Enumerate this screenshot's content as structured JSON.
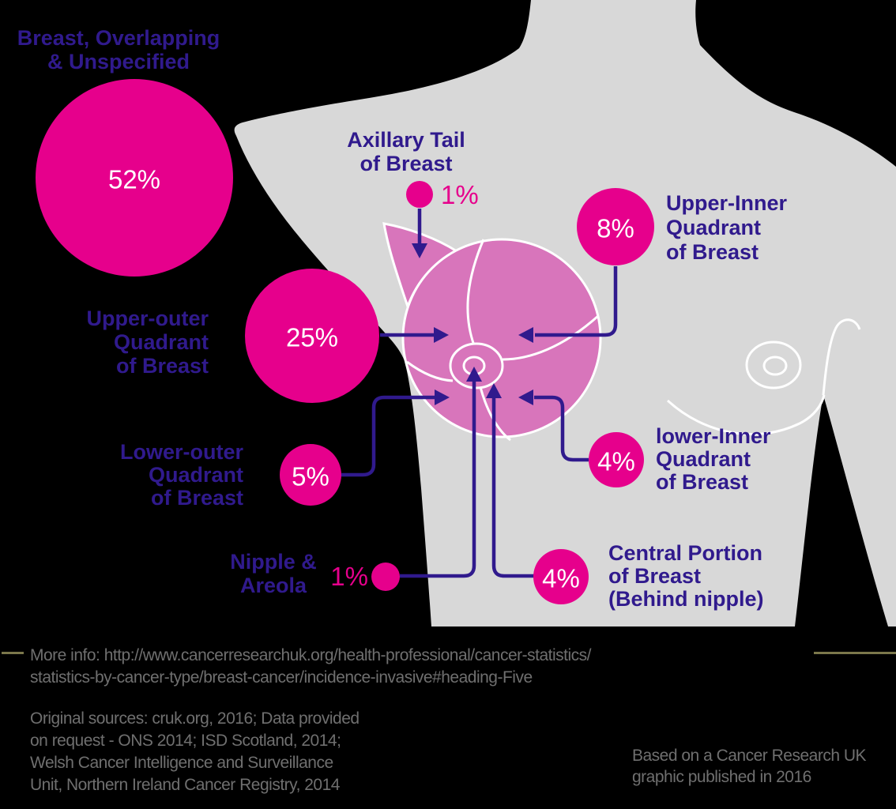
{
  "title": {
    "line1": "Breast, Overlapping",
    "line2": "& Unspecified"
  },
  "regions": [
    {
      "id": "overlapping",
      "label_lines": [
        "Breast, Overlapping",
        "& Unspecified"
      ],
      "value": "52%"
    },
    {
      "id": "axillary",
      "label_lines": [
        "Axillary Tail",
        "of Breast"
      ],
      "value": "1%"
    },
    {
      "id": "upper_inner",
      "label_lines": [
        "Upper-Inner",
        "Quadrant",
        "of Breast"
      ],
      "value": "8%"
    },
    {
      "id": "upper_outer",
      "label_lines": [
        "Upper-outer",
        "Quadrant",
        "of Breast"
      ],
      "value": "25%"
    },
    {
      "id": "lower_outer",
      "label_lines": [
        "Lower-outer",
        "Quadrant",
        "of Breast"
      ],
      "value": "5%"
    },
    {
      "id": "lower_inner",
      "label_lines": [
        "lower-Inner",
        "Quadrant",
        "of Breast"
      ],
      "value": "4%"
    },
    {
      "id": "central",
      "label_lines": [
        "Central Portion",
        "of Breast",
        "(Behind nipple)"
      ],
      "value": "4%"
    },
    {
      "id": "nipple",
      "label_lines": [
        "Nipple &",
        "Areola"
      ],
      "value": "1%"
    }
  ],
  "footer": {
    "more_info_line1": "More info: http://www.cancerresearchuk.org/health-professional/cancer-statistics/",
    "more_info_line2": "statistics-by-cancer-type/breast-cancer/incidence-invasive#heading-Five",
    "sources_line1": "Original sources: cruk.org, 2016; Data provided",
    "sources_line2": "on request - ONS 2014; ISD Scotland, 2014;",
    "sources_line3": "Welsh Cancer Intelligence and Surveillance",
    "sources_line4": "Unit, Northern Ireland Cancer Registry, 2014",
    "credit_line1": "Based on a Cancer Research UK",
    "credit_line2": "graphic published in 2016"
  },
  "colors": {
    "background": "#000000",
    "magenta_circle": "#e6008c",
    "label_purple": "#301a8d",
    "arrow_purple": "#301a8d",
    "breast_pink": "#d875bb",
    "torso_gray": "#d8d8d8",
    "footer_gray": "#6f6f6f",
    "dash_olive": "#7b774b",
    "percent_text": "#ffffff"
  },
  "chart_data": {
    "type": "bubble",
    "title": "Breast cancer incidence by anatomical site of tumour",
    "categories": [
      "Breast, Overlapping & Unspecified",
      "Upper-outer Quadrant of Breast",
      "Upper-Inner Quadrant of Breast",
      "Lower-outer Quadrant of Breast",
      "lower-Inner Quadrant of Breast",
      "Central Portion of Breast (Behind nipple)",
      "Axillary Tail of Breast",
      "Nipple & Areola"
    ],
    "values": [
      52,
      25,
      8,
      5,
      4,
      4,
      1,
      1
    ],
    "unit": "%",
    "legend_position": "none",
    "notes": "Circle area proportional to percentage; annotations point to breast diagram"
  }
}
